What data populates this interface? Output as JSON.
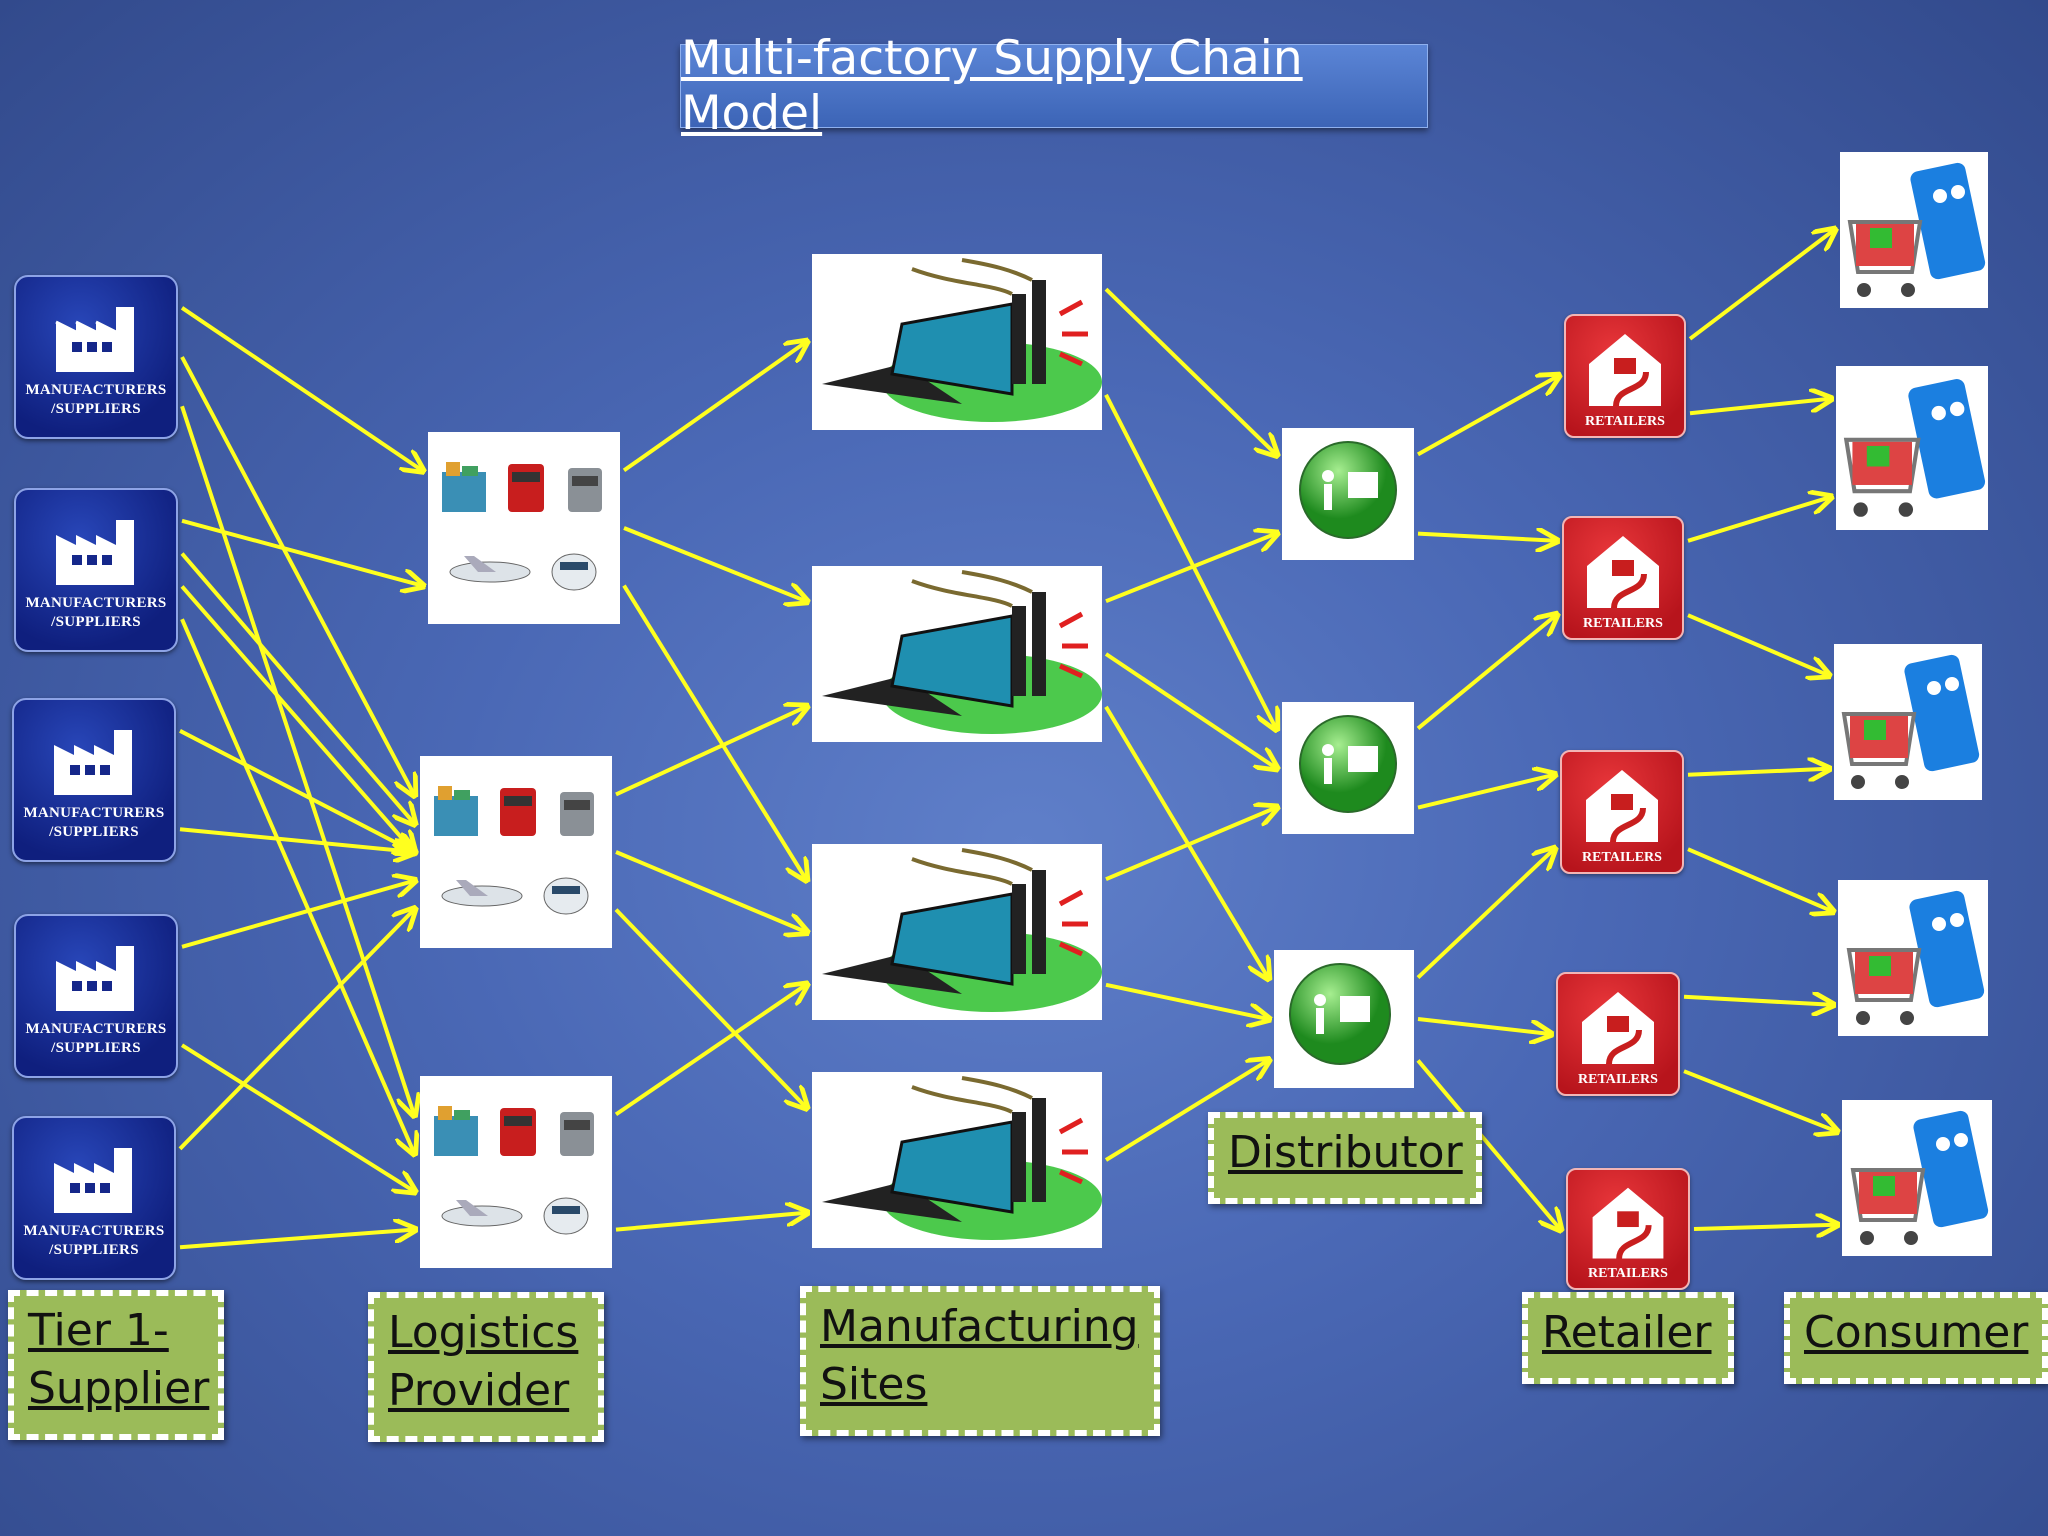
{
  "title": "Multi-factory Supply Chain Model",
  "colors": {
    "arrow": "#ffff1f",
    "label_fill": "#9bbb59",
    "manufacturer_tile": "#15278a",
    "retailer_tile": "#cf1f25",
    "distributor_ball": "#3faa2b"
  },
  "manufacturer_tile_text": [
    "MANUFACTURERS",
    "/SUPPLIERS"
  ],
  "retailer_tile_text": "RETAILERS",
  "stage_labels": {
    "tier1": "Tier 1-\nSupplier",
    "logistics": "Logistics\nProvider",
    "manufacturing": "Manufacturing\nSites",
    "distributor": "Distributor",
    "retailer": "Retailer",
    "consumer": "Consumer"
  },
  "icons": {
    "manufacturer": "factory-icon",
    "logistics": "transport-icon",
    "factory": "smoking-factory-icon",
    "distributor": "green-warehouse-worker-icon",
    "retailer": "house-store-icon",
    "consumer": "shopping-cart-character-icon"
  },
  "edges": [
    [
      "m1",
      "l1"
    ],
    [
      "m1",
      "l2"
    ],
    [
      "m1",
      "l3"
    ],
    [
      "m2",
      "l1"
    ],
    [
      "m2",
      "l2"
    ],
    [
      "m2",
      "l2b"
    ],
    [
      "m2",
      "l3"
    ],
    [
      "m3",
      "l2"
    ],
    [
      "m3",
      "l2c"
    ],
    [
      "m4",
      "l2"
    ],
    [
      "m4",
      "l3"
    ],
    [
      "m5",
      "l2"
    ],
    [
      "m5",
      "l3"
    ],
    [
      "l1",
      "f1"
    ],
    [
      "l1",
      "f2"
    ],
    [
      "l1",
      "f3"
    ],
    [
      "l2",
      "f2"
    ],
    [
      "l2",
      "f3"
    ],
    [
      "l2",
      "f4"
    ],
    [
      "l3",
      "f3"
    ],
    [
      "l3",
      "f4"
    ],
    [
      "f1",
      "d1"
    ],
    [
      "f1",
      "d2"
    ],
    [
      "f2",
      "d1"
    ],
    [
      "f2",
      "d2"
    ],
    [
      "f2",
      "d3"
    ],
    [
      "f3",
      "d2"
    ],
    [
      "f3",
      "d3"
    ],
    [
      "f4",
      "d3"
    ],
    [
      "d1",
      "r1"
    ],
    [
      "d1",
      "r2"
    ],
    [
      "d2",
      "r2"
    ],
    [
      "d2",
      "r3"
    ],
    [
      "d3",
      "r3"
    ],
    [
      "d3",
      "r4"
    ],
    [
      "d3",
      "r5"
    ],
    [
      "r1",
      "c1"
    ],
    [
      "r1",
      "c2"
    ],
    [
      "r2",
      "c2"
    ],
    [
      "r2",
      "c3"
    ],
    [
      "r3",
      "c3"
    ],
    [
      "r3",
      "c4"
    ],
    [
      "r4",
      "c4"
    ],
    [
      "r4",
      "c5"
    ],
    [
      "r5",
      "c5"
    ]
  ]
}
